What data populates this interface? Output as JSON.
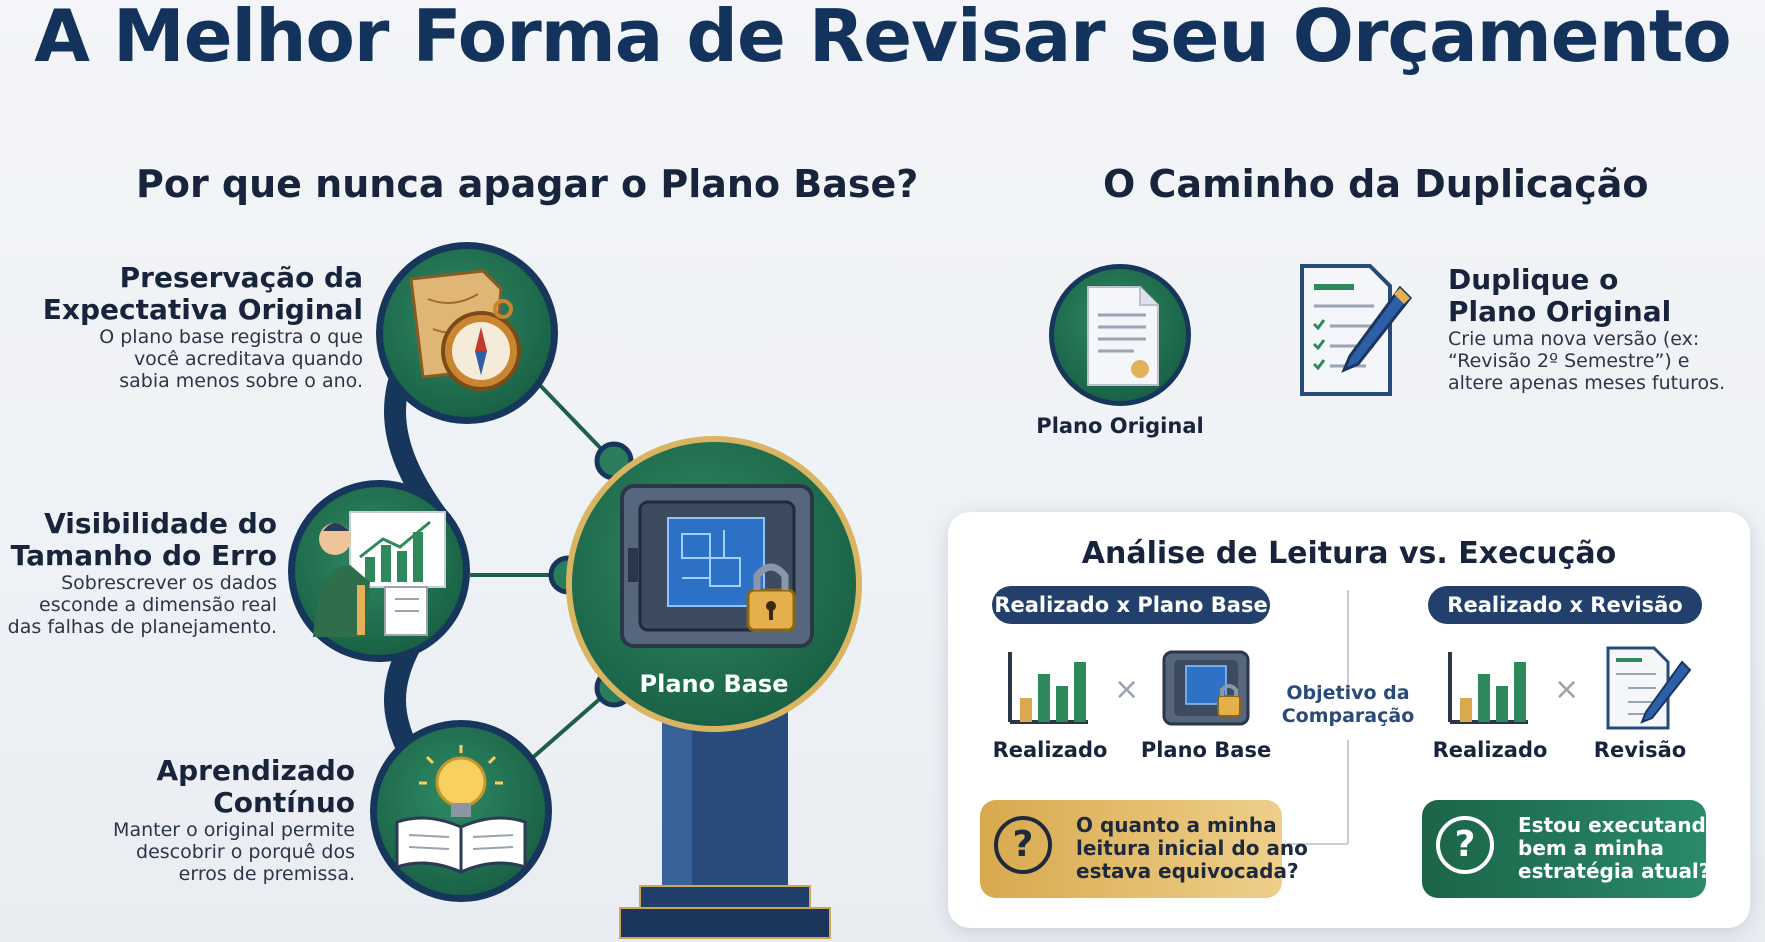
{
  "title": "A Melhor Forma de Revisar seu Orçamento",
  "left_section": {
    "title": "Por que nunca apagar o Plano Base?",
    "items": [
      {
        "heading": "Preservação da\nExpectativa Original",
        "heading_l1": "Preservação da",
        "heading_l2": "Expectativa Original",
        "desc_l1": "O plano base registra o que",
        "desc_l2": "você acreditava quando",
        "desc_l3": "sabia menos sobre o ano."
      },
      {
        "heading_l1": "Visibilidade do",
        "heading_l2": "Tamanho do Erro",
        "desc_l1": "Sobrescrever os dados",
        "desc_l2": "esconde a dimensão real",
        "desc_l3": "das falhas de planejamento."
      },
      {
        "heading_l1": "Aprendizado",
        "heading_l2": "Contínuo",
        "desc_l1": "Manter o original permite",
        "desc_l2": "descobrir o porquê dos",
        "desc_l3": "erros de premissa."
      }
    ],
    "vault_label": "Plano Base"
  },
  "right_section": {
    "title": "O Caminho da Duplicação",
    "original_label": "Plano Original",
    "duplicate_heading_l1": "Duplique o",
    "duplicate_heading_l2": "Plano Original",
    "duplicate_desc_l1": "Crie uma nova versão (ex:",
    "duplicate_desc_l2": "“Revisão 2º Semestre”) e",
    "duplicate_desc_l3": "altere apenas meses futuros."
  },
  "analysis": {
    "title": "Análise de Leitura vs. Execução",
    "left_pill": "Realizado x Plano Base",
    "right_pill": "Realizado x Revisão",
    "left_a": "Realizado",
    "left_b": "Plano Base",
    "right_a": "Realizado",
    "right_b": "Revisão",
    "times": "×",
    "center_l1": "Objetivo da",
    "center_l2": "Comparação",
    "left_question_l1": "O quanto a minha",
    "left_question_l2": "leitura inicial do ano",
    "left_question_l3": "estava equivocada?",
    "right_question_l1": "Estou executando",
    "right_question_l2": "bem a minha",
    "right_question_l3": "estratégia atual?",
    "question_mark": "?"
  },
  "colors": {
    "navy": "#13335d",
    "green": "#1b6448",
    "gold": "#e1bb63",
    "teal": "#1f6f5c"
  }
}
